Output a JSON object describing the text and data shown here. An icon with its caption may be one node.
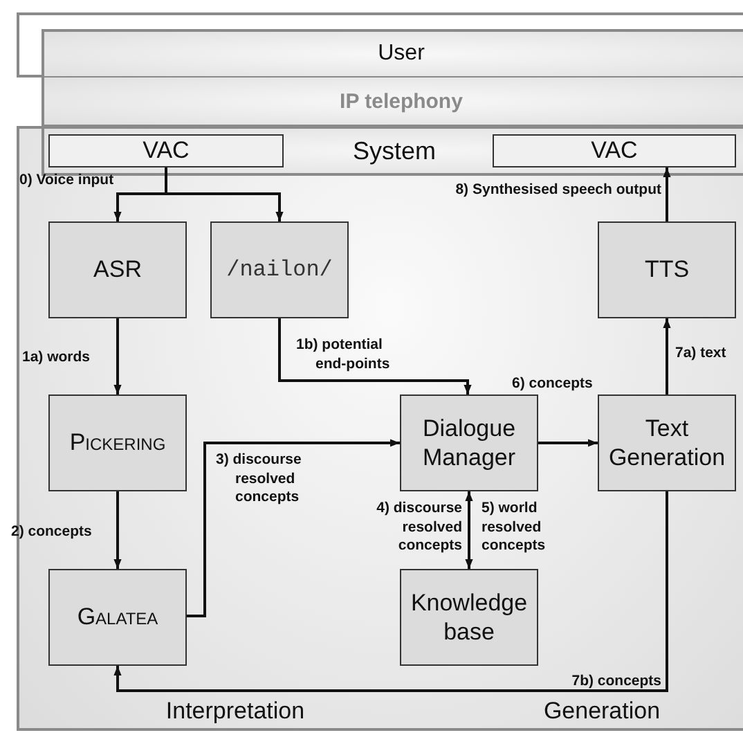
{
  "diagram": {
    "nodes": [
      {
        "text": [
          "User"
        ]
      },
      {
        "text": [
          "IP telephony"
        ]
      },
      {
        "text": [],
        "shape": "box"
      },
      {
        "text": [
          "System"
        ],
        "in": 2
      },
      {
        "text": [
          "VAC"
        ],
        "in": 3
      },
      {
        "text": [
          "VAC"
        ],
        "in": 3
      },
      {
        "text": [
          "ASR"
        ],
        "in": 2
      },
      {
        "text": [
          "/nailon/"
        ],
        "in": 2
      },
      {
        "text": [
          "TTS"
        ],
        "in": 2
      },
      {
        "text": [
          "Pickering"
        ],
        "in": 2
      },
      {
        "text": [
          "Dialogue Manager"
        ],
        "in": 2
      },
      {
        "text": [
          "Text Generation"
        ],
        "in": 2
      },
      {
        "text": [
          "Galatea"
        ],
        "in": 2
      },
      {
        "text": [
          "Knowledge base"
        ],
        "in": 2
      }
    ],
    "edges": [
      {
        "from": 4,
        "to": 6,
        "arrow": "to",
        "label": "0) Voice input"
      },
      {
        "from": 4,
        "to": 7,
        "arrow": "to"
      },
      {
        "from": 6,
        "to": 9,
        "arrow": "to",
        "label": "1a) words"
      },
      {
        "from": 7,
        "to": 10,
        "arrow": "to",
        "label": "1b) potential end-points"
      },
      {
        "from": 9,
        "to": 12,
        "arrow": "to",
        "label": "2) concepts"
      },
      {
        "from": 12,
        "to": 10,
        "arrow": "to",
        "label": "3) discourse resolved concepts"
      },
      {
        "from": 10,
        "to": 13,
        "arrow": "both",
        "label": "4) discourse resolved concepts"
      },
      {
        "from": 10,
        "to": 11,
        "arrow": "to",
        "label": "6) concepts"
      },
      {
        "from": 11,
        "to": 8,
        "arrow": "to",
        "label": "7a) text"
      },
      {
        "from": 11,
        "to": 12,
        "arrow": "to",
        "label": "7b) concepts"
      },
      {
        "from": 8,
        "to": 5,
        "arrow": "to",
        "label": "8) Synthesised speech output"
      }
    ],
    "labels": [
      "5) world resolved concepts",
      "Interpretation",
      "Generation"
    ]
  }
}
